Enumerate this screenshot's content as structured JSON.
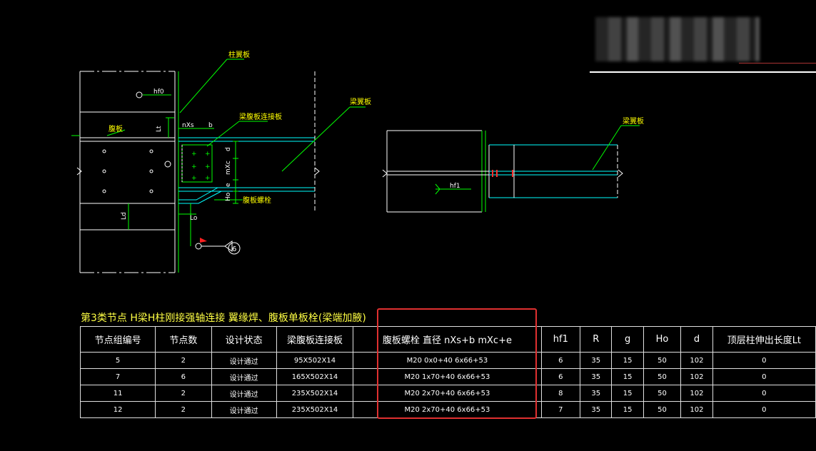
{
  "drawing": {
    "labels": {
      "column_flange": "柱翼板",
      "beam_flange": "梁翼板",
      "beam_web_plate": "梁腹板连接板",
      "beam_flange_right": "梁翼板",
      "web_label": "腹板",
      "web_bolt": "腹板螺栓",
      "hf0": "hf0",
      "hf1": "hf1",
      "dim_ns_b": "nXs",
      "dim_b": "b",
      "dim_d": "d",
      "dim_mxc": "mXc",
      "dim_e": "e",
      "dim_ho": "Ho",
      "dim_lo": "Lo",
      "dim_lt": "Lt",
      "dim_ld": "Ld",
      "weld_symbol": "6"
    }
  },
  "table": {
    "title": "第3类节点 H梁H柱刚接强轴连接 翼缘焊、腹板单板栓(梁端加腋)",
    "headers": [
      "节点组编号",
      "节点数",
      "设计状态",
      "梁腹板连接板",
      "腹板螺栓 直径 nXs+b mXc+e",
      "hf1",
      "R",
      "g",
      "Ho",
      "d",
      "顶层柱伸出长度Lt"
    ],
    "rows": [
      [
        "5",
        "2",
        "设计通过",
        "95X502X14",
        "M20  0x0+40  6x66+53",
        "6",
        "35",
        "15",
        "50",
        "102",
        "0"
      ],
      [
        "7",
        "6",
        "设计通过",
        "165X502X14",
        "M20  1x70+40  6x66+53",
        "6",
        "35",
        "15",
        "50",
        "102",
        "0"
      ],
      [
        "11",
        "2",
        "设计通过",
        "235X502X14",
        "M20  2x70+40  6x66+53",
        "8",
        "35",
        "15",
        "50",
        "102",
        "0"
      ],
      [
        "12",
        "2",
        "设计通过",
        "235X502X14",
        "M20  2x70+40  6x66+53",
        "7",
        "35",
        "15",
        "50",
        "102",
        "0"
      ]
    ]
  },
  "colors": {
    "background": "#000000",
    "line_white": "#ffffff",
    "line_green": "#00ff00",
    "line_cyan": "#00ffff",
    "text_yellow": "#ffff00",
    "highlight_red": "#e03030"
  }
}
